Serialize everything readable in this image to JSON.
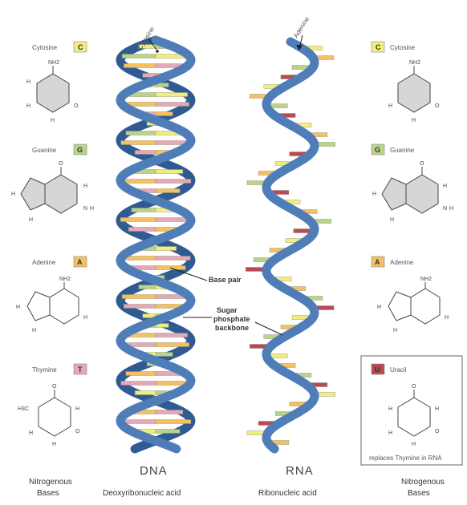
{
  "colors": {
    "backbone": "#4f7db8",
    "backbone_dark": "#2f5a92",
    "cytosine": "#f2ee7e",
    "guanine": "#b9d48a",
    "adenine": "#f5c062",
    "thymine": "#e4a8b8",
    "uracil": "#b84a55",
    "ring_fill": "#d6d6d6"
  },
  "dna": {
    "title": "DNA",
    "subtitle": "Deoxyribonucleic acid",
    "top_label": "Cytosine",
    "callouts": {
      "base_pair": "Base pair",
      "backbone": [
        "Sugar",
        "phosphate",
        "backbone"
      ]
    }
  },
  "rna": {
    "title": "RNA",
    "subtitle": "Ribonucleic acid",
    "top_label": "Adenine"
  },
  "left_bases": {
    "caption": [
      "Nitrogenous",
      "Bases"
    ],
    "items": [
      {
        "name": "Cytosine",
        "letter": "C",
        "color": "cytosine"
      },
      {
        "name": "Guanine",
        "letter": "G",
        "color": "guanine"
      },
      {
        "name": "Adenine",
        "letter": "A",
        "color": "adenine"
      },
      {
        "name": "Thymine",
        "letter": "T",
        "color": "thymine"
      }
    ]
  },
  "right_bases": {
    "caption": [
      "Nitrogenous",
      "Bases"
    ],
    "items": [
      {
        "name": "Cytosine",
        "letter": "C",
        "color": "cytosine"
      },
      {
        "name": "Guanine",
        "letter": "G",
        "color": "guanine"
      },
      {
        "name": "Adenine",
        "letter": "A",
        "color": "adenine"
      },
      {
        "name": "Uracil",
        "letter": "U",
        "color": "uracil"
      }
    ],
    "uracil_note": "replaces Thymine in RNA"
  },
  "atoms": {
    "cytosine": [
      "NH2",
      "H",
      "H",
      "H",
      "O"
    ],
    "guanine": [
      "O",
      "H",
      "H",
      "H",
      "N",
      "H"
    ],
    "adenine": [
      "NH2",
      "H",
      "H",
      "H"
    ],
    "thymine": [
      "H3C",
      "O",
      "H",
      "H",
      "O",
      "H"
    ],
    "uracil": [
      "O",
      "H",
      "H",
      "H",
      "O",
      "H"
    ]
  }
}
